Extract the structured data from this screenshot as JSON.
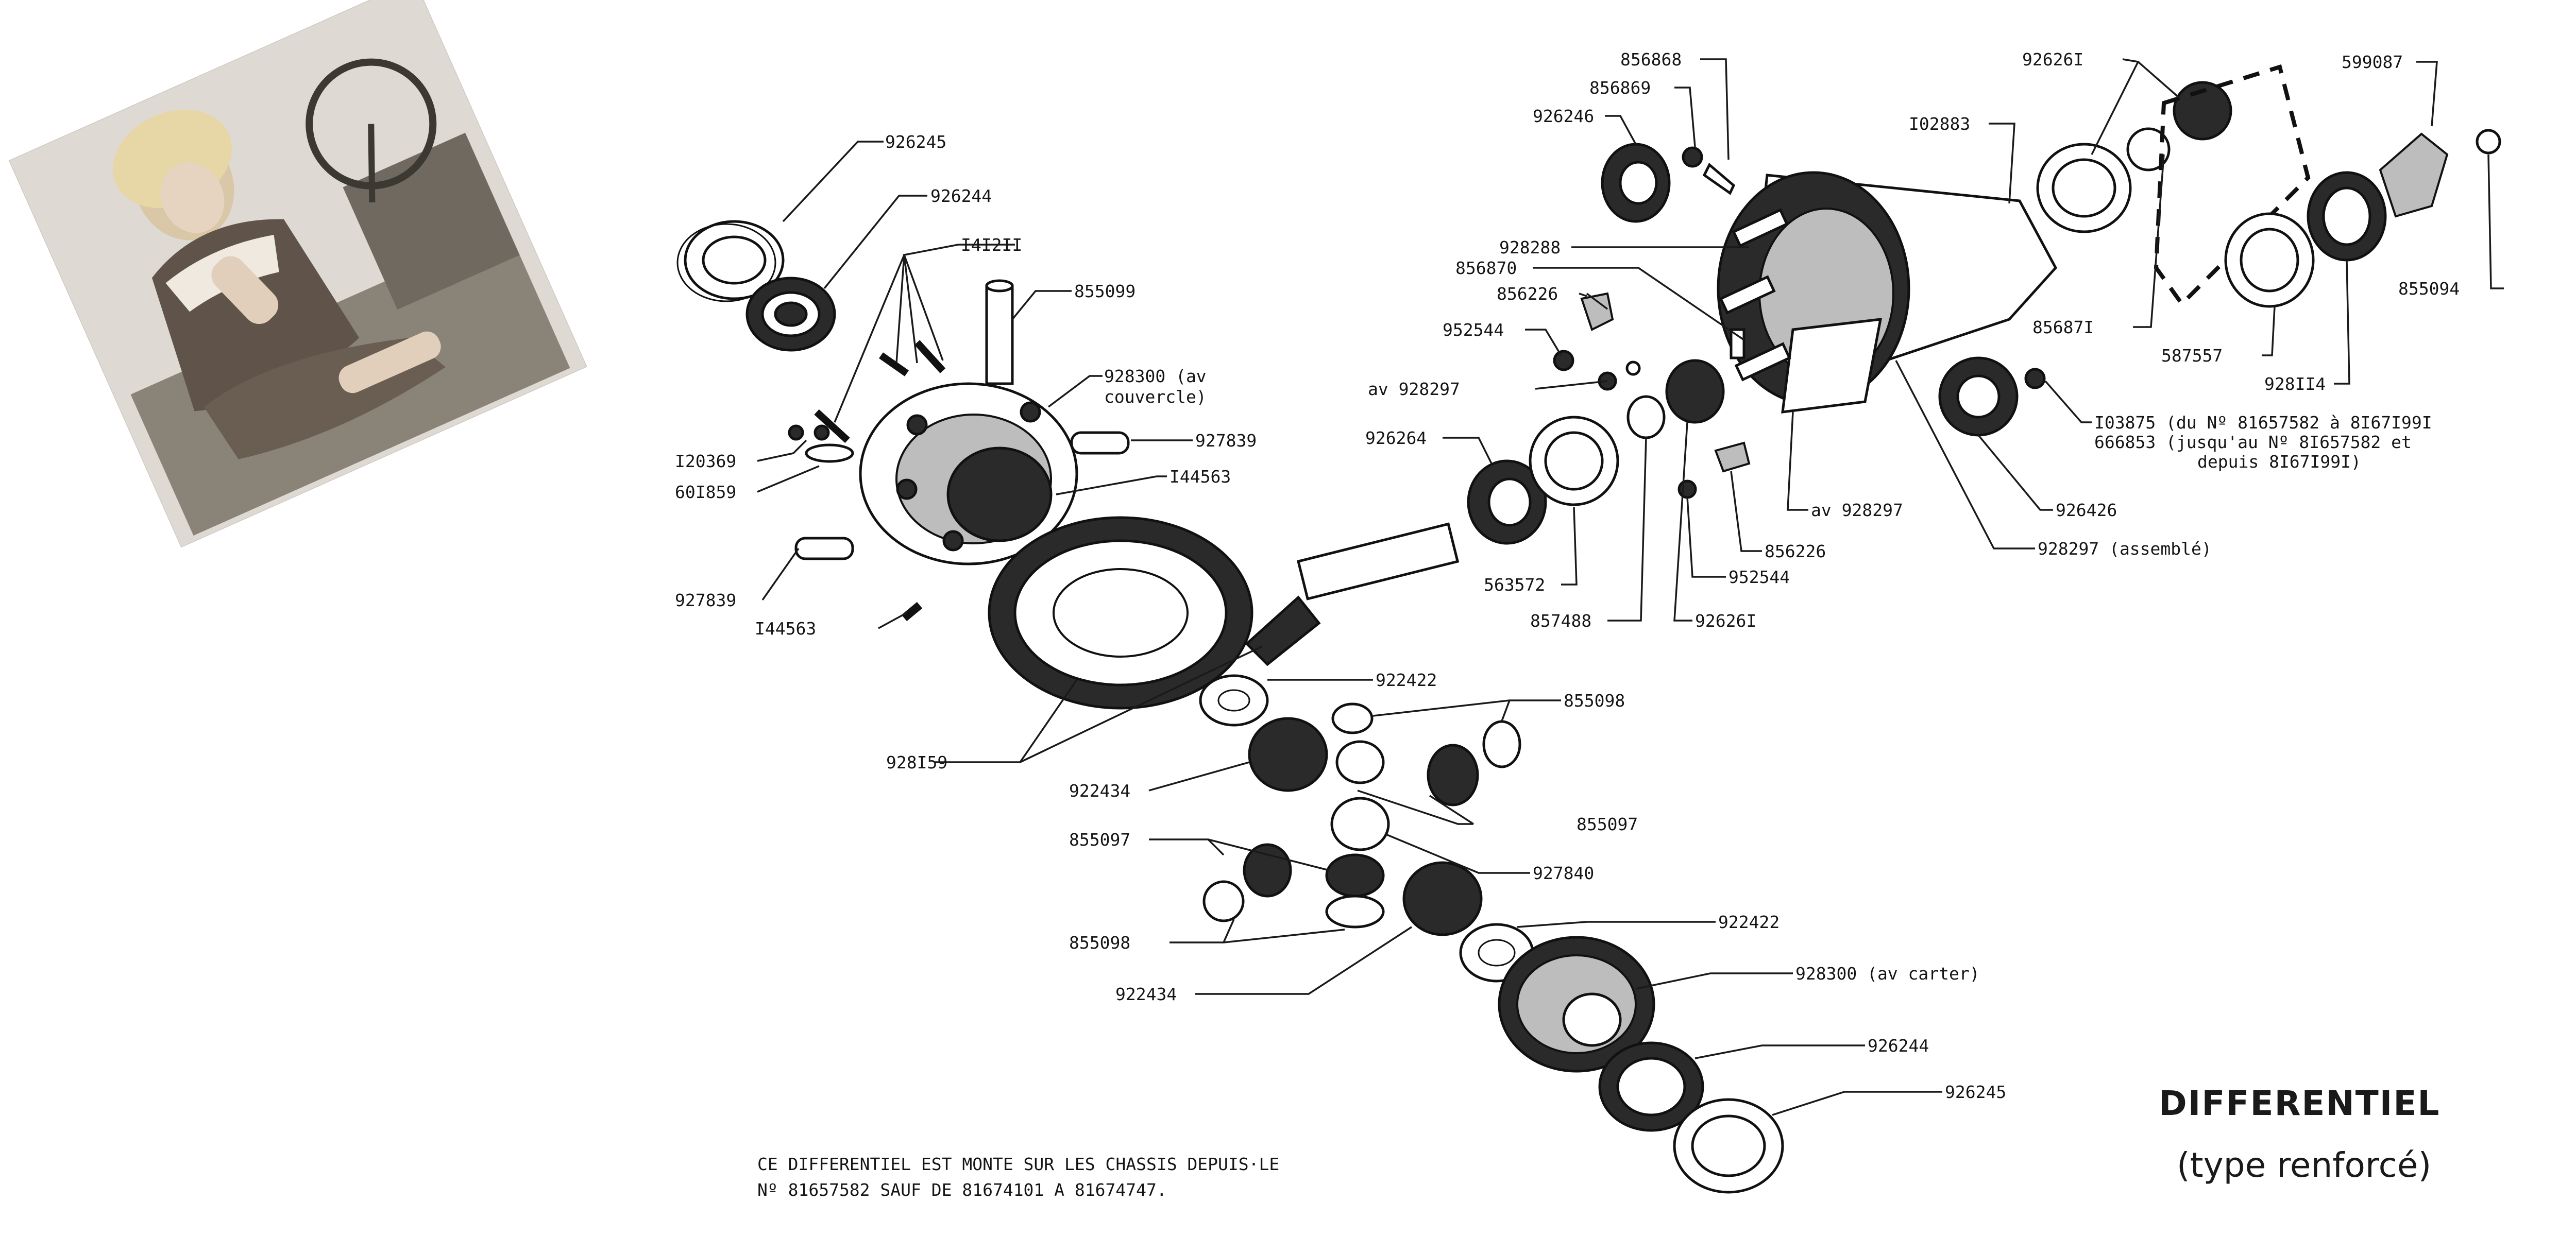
{
  "diagram": {
    "title": "DIFFERENTIEL",
    "subtitle": "(type renforcé)",
    "note": [
      "CE DIFFERENTIEL EST MONTE SUR LES CHASSIS DEPUIS·LE",
      "Nº 81657582 SAUF DE 81674101 A 81674747."
    ],
    "labels": {
      "p926245a": "926245",
      "p926244a": "926244",
      "p141211": "I4I2II",
      "p855099": "855099",
      "p928300av_l1": "928300 (av",
      "p928300av_l2": "couvercle)",
      "p927839a": "927839",
      "p120369": "I20369",
      "p601859": "60I859",
      "p144563a": "I44563",
      "p927839b": "927839",
      "p144563b": "I44563",
      "p928159": "928I59",
      "p922422a": "922422",
      "p855098a": "855098",
      "p922434a": "922434",
      "p855097a": "855097",
      "p855097b": "855097",
      "p927840": "927840",
      "p855098b": "855098",
      "p922422b": "922422",
      "p922434b": "922434",
      "p928300carter": "928300 (av carter)",
      "p926244b": "926244",
      "p926245b": "926245",
      "p856868": "856868",
      "p856869": "856869",
      "p926246": "926246",
      "p102883": "I02883",
      "p928288": "928288",
      "p856870": "856870",
      "p856226a": "856226",
      "p952544a": "952544",
      "p928297av_a": "av 928297",
      "p926264": "926264",
      "p563572": "563572",
      "p857488": "857488",
      "p926261": "92626I",
      "p952544b": "952544",
      "p856226b": "856226",
      "p928297av_b": "av 928297",
      "p928297ass": "928297 (assemblé)",
      "p926426": "926426",
      "p103875_l1": "I03875 (du Nº 81657582 à 8I67I99I",
      "p103875_l2": "666853 (jusqu'au Nº 8I657582 et",
      "p103875_l3": "depuis 8I67I99I)",
      "p926261top": "92626I",
      "p856871": "85687I",
      "p599087": "599087",
      "p855094": "855094",
      "p587557": "587557",
      "p928114": "928II4"
    }
  }
}
